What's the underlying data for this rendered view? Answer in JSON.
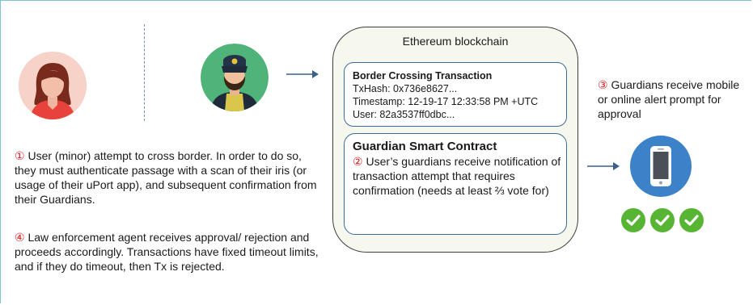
{
  "chain": {
    "title": "Ethereum blockchain",
    "tx": {
      "title": "Border Crossing Transaction",
      "hash": "TxHash: 0x736e8627...",
      "timestamp": "Timestamp: 12-19-17 12:33:58 PM +UTC",
      "user": "User: 82a3537ff0dbc..."
    },
    "contract": {
      "title": "Guardian Smart Contract",
      "num": "②",
      "text": " User’s guardians receive notification of transaction attempt that requires confirmation (needs at least ⅔ vote for)"
    }
  },
  "notes": {
    "n1": {
      "num": "①",
      "text": " User (minor) attempt to cross border. In order to do so, they must authenticate passage with a scan of their iris (or usage of their uPort app), and subsequent confirmation from their Guardians."
    },
    "n4": {
      "num": "④",
      "text": " Law enforcement agent receives approval/ rejection and proceeds accordingly. Transactions have fixed timeout limits, and if they do timeout, then Tx is rejected."
    },
    "n3": {
      "num": "③",
      "text": " Guardians receive mobile or online alert prompt for approval"
    }
  },
  "icons": {
    "user": "user-avatar-icon",
    "officer": "officer-avatar-icon",
    "phone": "smartphone-icon",
    "check": "check-icon"
  },
  "colors": {
    "accent_red": "#e02020",
    "box_border": "#3a6b9a",
    "phone_blue": "#3b82c9",
    "check_green": "#58b533"
  }
}
